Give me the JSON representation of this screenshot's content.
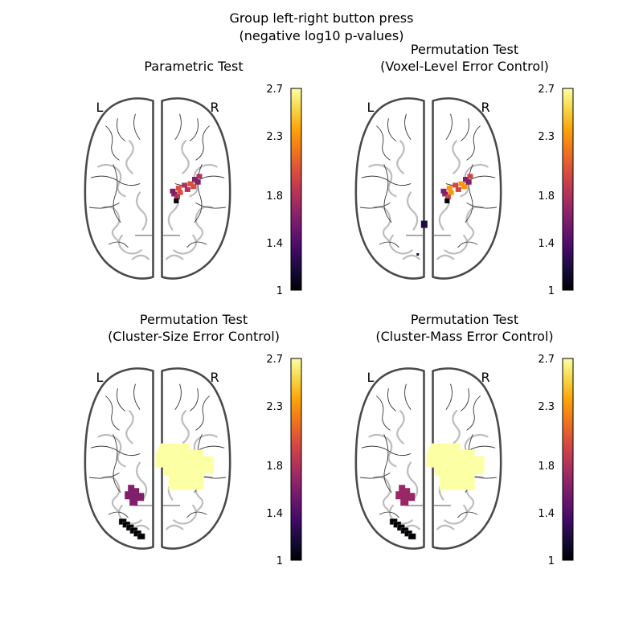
{
  "figure": {
    "suptitle_line1": "Group left-right button press",
    "suptitle_line2": "(negative log10 p-values)"
  },
  "chart_data": [
    {
      "type": "heatmap",
      "title_line1": "Parametric Test",
      "title_line2": "",
      "orientation_labels": [
        "L",
        "R"
      ],
      "colorbar": {
        "colormap": "inferno",
        "vmin": 1,
        "vmax": 2.7,
        "ticks": [
          1,
          1.4,
          1.8,
          2.3,
          2.7
        ],
        "tick_labels": [
          "1",
          "1.4",
          "1.8",
          "2.3",
          "2.7"
        ]
      },
      "clusters": [
        {
          "region": "right central",
          "value_range": [
            1.6,
            2.0
          ]
        }
      ]
    },
    {
      "type": "heatmap",
      "title_line1": "Permutation Test",
      "title_line2": "(Voxel-Level Error Control)",
      "orientation_labels": [
        "L",
        "R"
      ],
      "colorbar": {
        "colormap": "inferno",
        "vmin": 1,
        "vmax": 2.7,
        "ticks": [
          1,
          1.4,
          1.8,
          2.3,
          2.7
        ],
        "tick_labels": [
          "1",
          "1.4",
          "1.8",
          "2.3",
          "2.7"
        ]
      },
      "clusters": [
        {
          "region": "right central",
          "value_range": [
            1.6,
            2.3
          ]
        },
        {
          "region": "left posterior small",
          "value_range": [
            1.2,
            1.3
          ]
        }
      ]
    },
    {
      "type": "heatmap",
      "title_line1": "Permutation Test",
      "title_line2": "(Cluster-Size Error Control)",
      "orientation_labels": [
        "L",
        "R"
      ],
      "colorbar": {
        "colormap": "inferno",
        "vmin": 1,
        "vmax": 2.7,
        "ticks": [
          1,
          1.4,
          1.8,
          2.3,
          2.7
        ],
        "tick_labels": [
          "1",
          "1.4",
          "1.8",
          "2.3",
          "2.7"
        ]
      },
      "clusters": [
        {
          "region": "right central large",
          "value": 2.7
        },
        {
          "region": "left posterior",
          "value": 1.6
        },
        {
          "region": "left occipital",
          "value": 1.0
        }
      ]
    },
    {
      "type": "heatmap",
      "title_line1": "Permutation Test",
      "title_line2": "(Cluster-Mass Error Control)",
      "orientation_labels": [
        "L",
        "R"
      ],
      "colorbar": {
        "colormap": "inferno",
        "vmin": 1,
        "vmax": 2.7,
        "ticks": [
          1,
          1.4,
          1.8,
          2.3,
          2.7
        ],
        "tick_labels": [
          "1",
          "1.4",
          "1.8",
          "2.3",
          "2.7"
        ]
      },
      "clusters": [
        {
          "region": "right central large",
          "value": 2.7
        },
        {
          "region": "left posterior",
          "value": 1.7
        },
        {
          "region": "left occipital",
          "value": 1.0
        }
      ]
    }
  ]
}
